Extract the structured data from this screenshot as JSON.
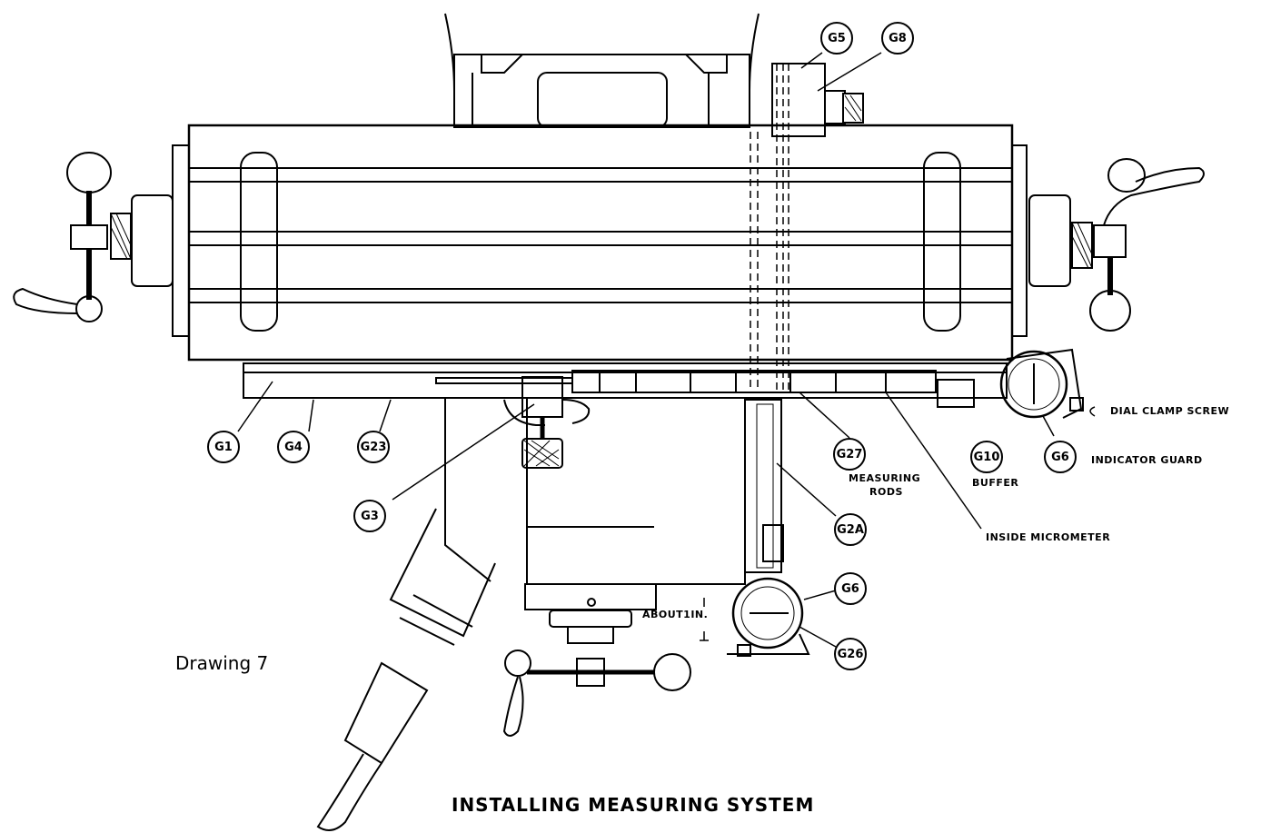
{
  "title": "INSTALLING MEASURING SYSTEM",
  "drawing_number": "Drawing 7",
  "callouts": {
    "g1": "G1",
    "g4": "G4",
    "g23": "G23",
    "g3": "G3",
    "g5": "G5",
    "g8": "G8",
    "g27": "G27",
    "g10": "G10",
    "g6_top": "G6",
    "g2a": "G2A",
    "g6_bottom": "G6",
    "g26": "G26"
  },
  "labels": {
    "dial_clamp_screw": "DIAL CLAMP SCREW",
    "indicator_guard": "INDICATOR GUARD",
    "measuring_rods_1": "MEASURING",
    "measuring_rods_2": "RODS",
    "buffer": "BUFFER",
    "inside_micrometer": "INSIDE MICROMETER",
    "about_1in": "ABOUT1IN."
  }
}
